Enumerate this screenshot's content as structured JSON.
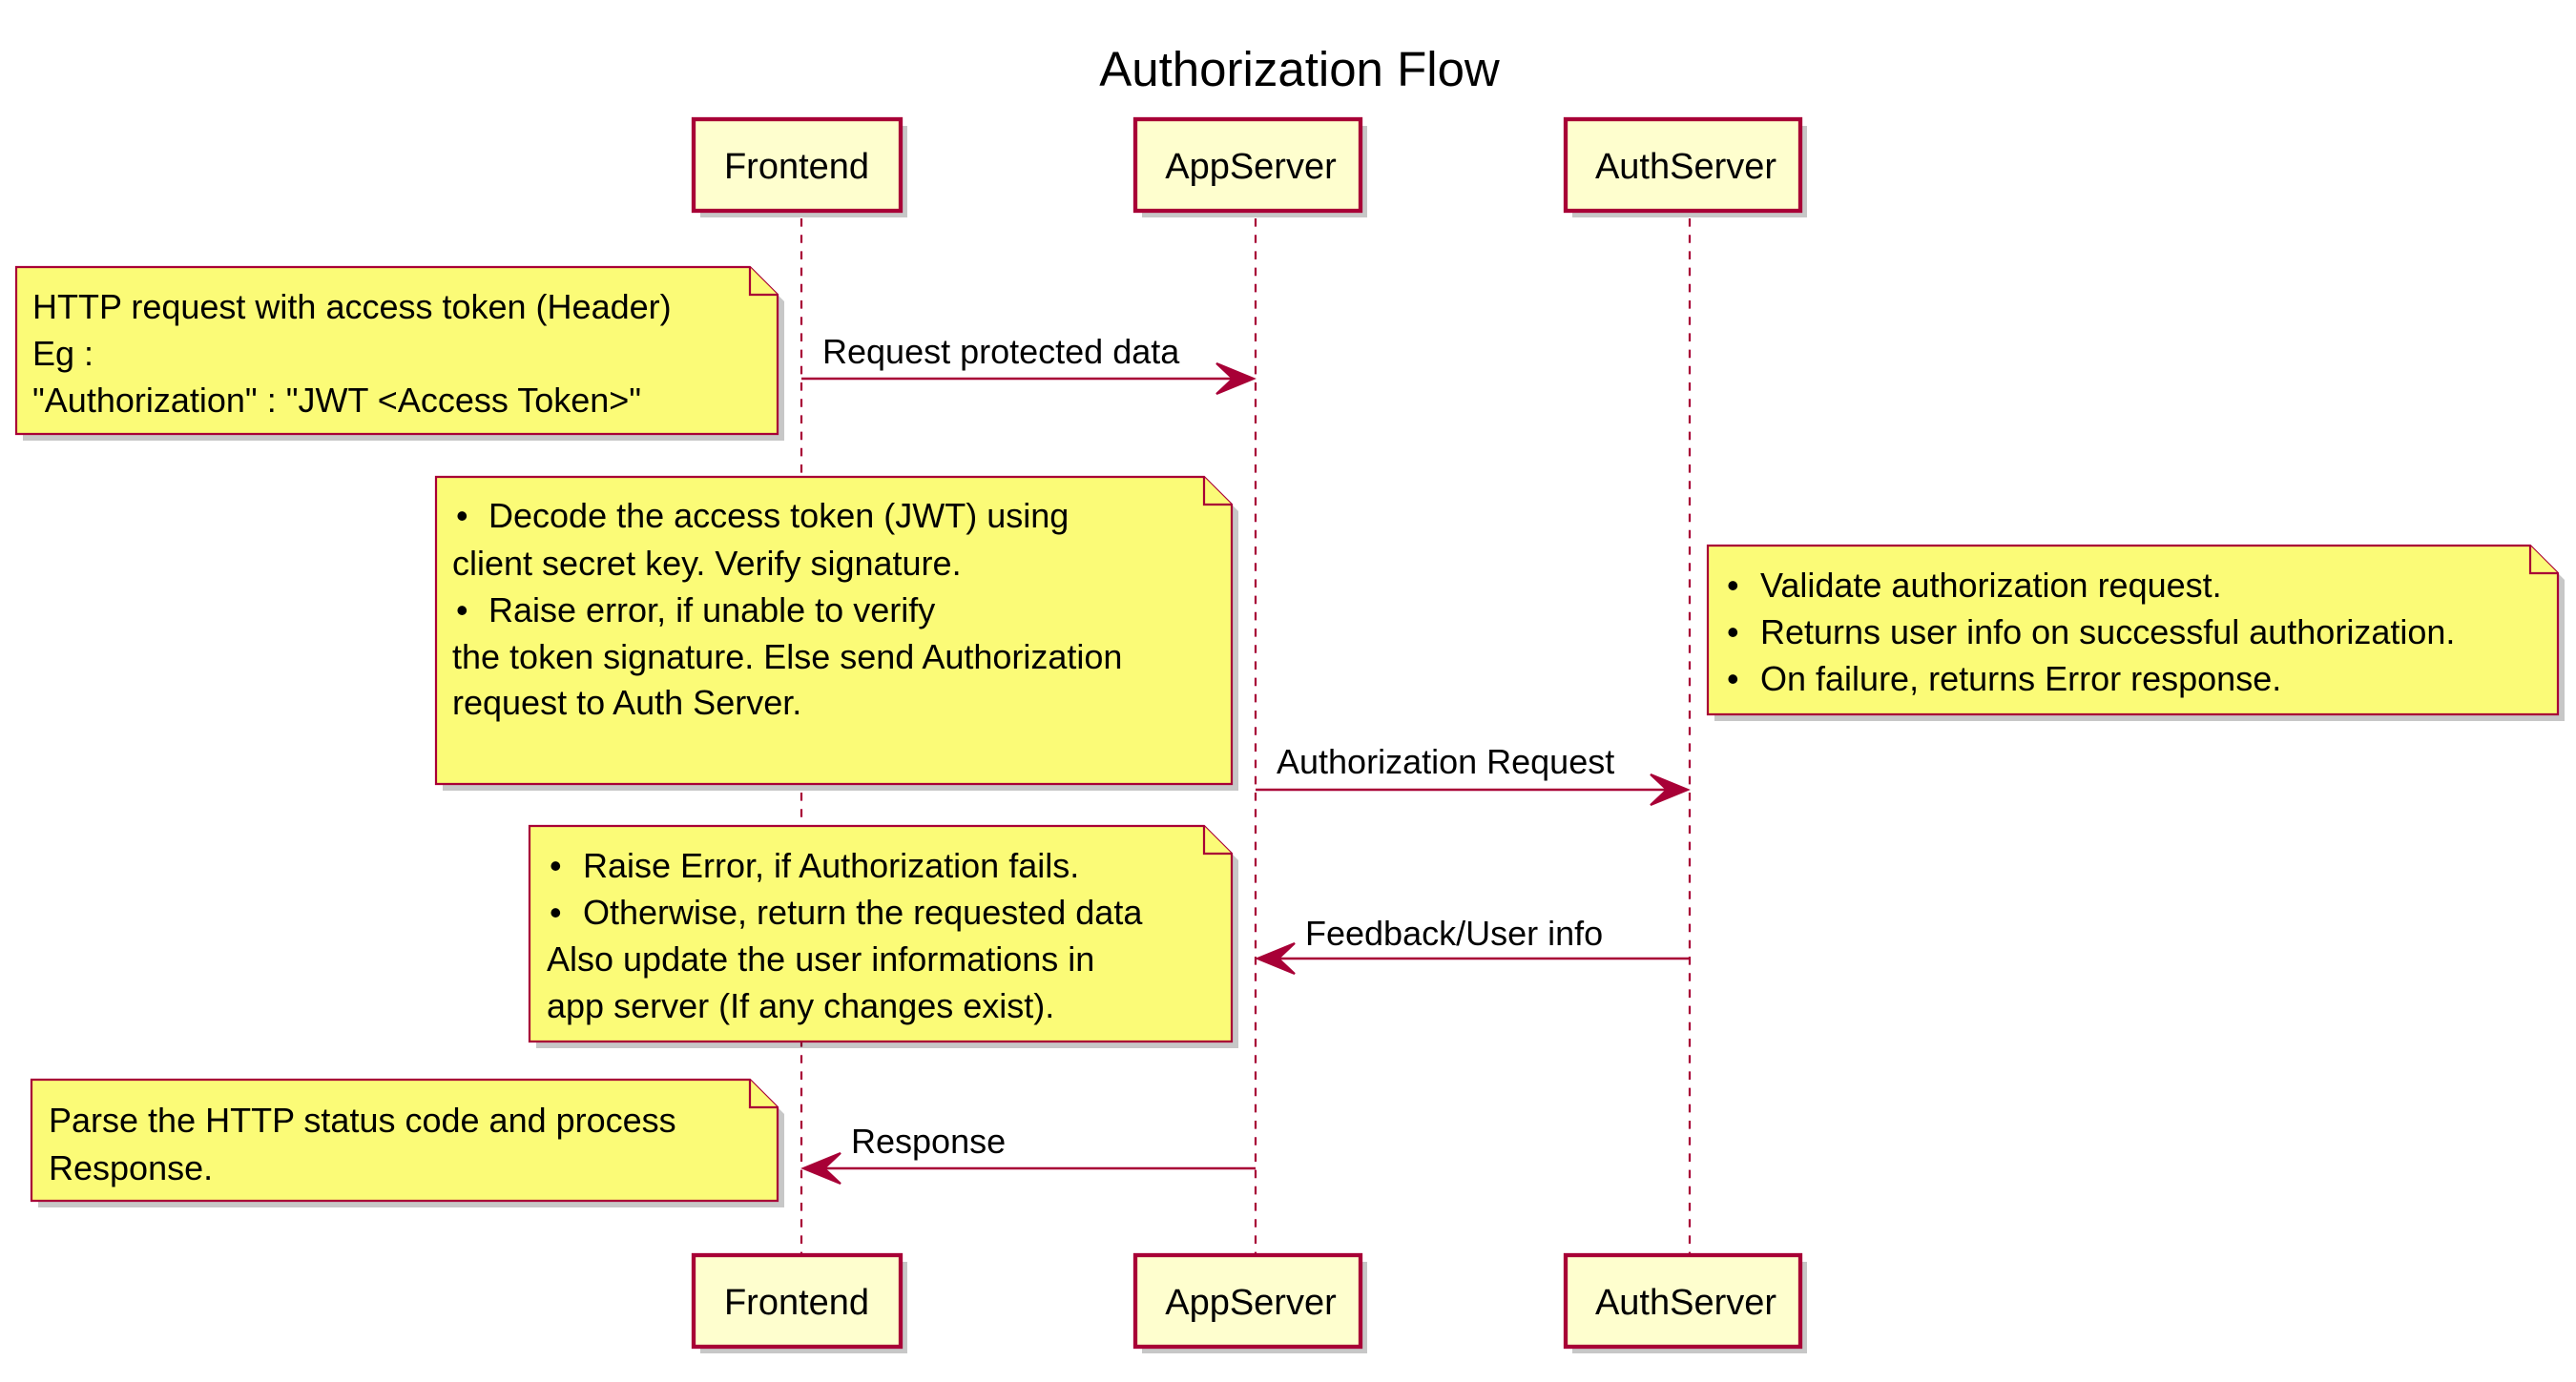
{
  "diagram": {
    "title": "Authorization Flow",
    "colors": {
      "participant_fill": "#FEFECE",
      "border": "#A80036",
      "note_fill": "#FBFB77",
      "text": "#000000"
    },
    "participants": {
      "frontend": {
        "top_label": "Frontend",
        "bottom_label": "Frontend"
      },
      "appserver": {
        "top_label": "AppServer",
        "bottom_label": "AppServer"
      },
      "authserver": {
        "top_label": "AuthServer",
        "bottom_label": "AuthServer"
      }
    },
    "messages": {
      "request_protected_data": {
        "from": "Frontend",
        "to": "AppServer",
        "label": "Request protected data"
      },
      "authorization_request": {
        "from": "AppServer",
        "to": "AuthServer",
        "label": "Authorization Request"
      },
      "feedback_user_info": {
        "from": "AuthServer",
        "to": "AppServer",
        "label": "Feedback/User info"
      },
      "response": {
        "from": "AppServer",
        "to": "Frontend",
        "label": "Response"
      }
    },
    "notes": {
      "http_request": {
        "lines": [
          "HTTP request with access token (Header)",
          "Eg :",
          "\"Authorization\" : \"JWT <Access Token>\""
        ]
      },
      "decode_token": {
        "bullet": "•",
        "lines": [
          "Decode the access token (JWT) using",
          "client secret key. Verify signature.",
          "Raise error, if unable to verify",
          "the token signature. Else send Authorization",
          "request to Auth Server."
        ]
      },
      "validate_request": {
        "bullet": "•",
        "lines": [
          "Validate authorization request.",
          "Returns user info on successful authorization.",
          "On failure, returns Error response."
        ]
      },
      "raise_error": {
        "bullet": "•",
        "lines": [
          "Raise Error, if Authorization fails.",
          "Otherwise, return the requested data",
          "Also update the user informations in",
          "app server (If any changes exist)."
        ]
      },
      "parse_status": {
        "lines": [
          "Parse the HTTP status code and process",
          "Response."
        ]
      }
    }
  }
}
